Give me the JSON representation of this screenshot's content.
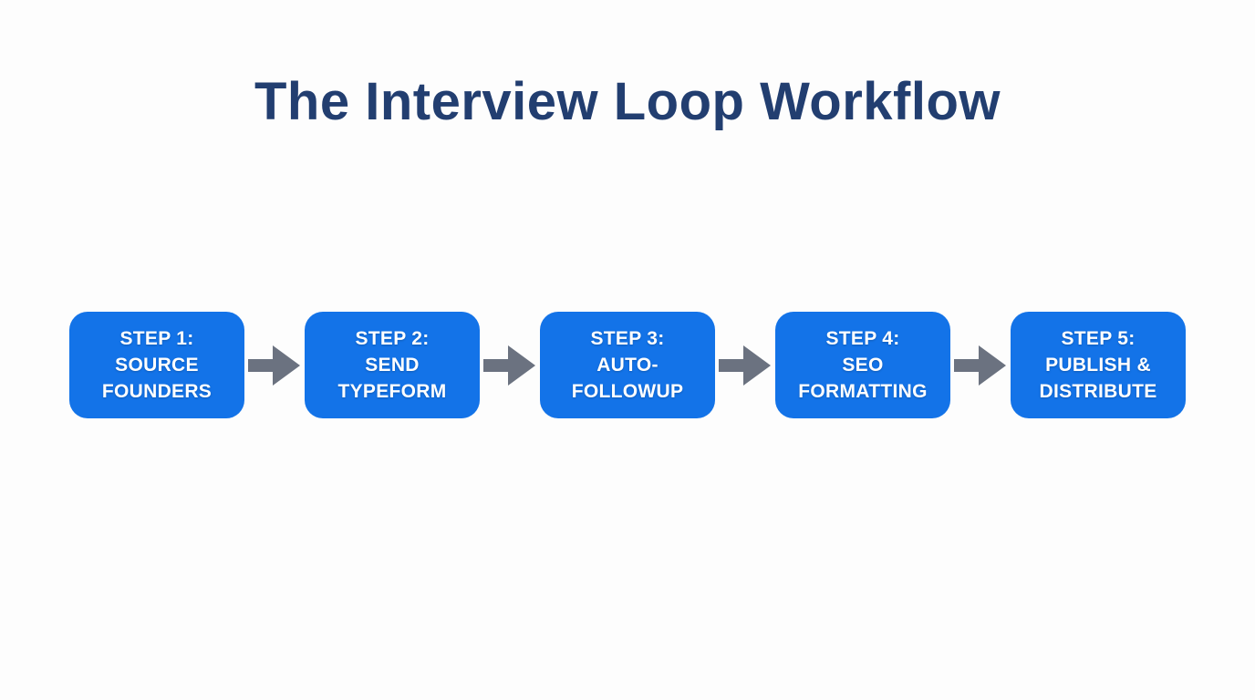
{
  "title": "The Interview Loop Workflow",
  "colors": {
    "bg": "#fdfdfd",
    "title": "#223e70",
    "box": "#1373e8",
    "box_text": "#ffffff",
    "arrow": "#6b7280"
  },
  "flow": {
    "type": "horizontal-workflow",
    "connector_icon": "right-arrow-icon",
    "steps": [
      {
        "lines": [
          "STEP 1:",
          "SOURCE",
          "FOUNDERS"
        ]
      },
      {
        "lines": [
          "STEP 2:",
          "SEND",
          "TYPEFORM"
        ]
      },
      {
        "lines": [
          "STEP 3:",
          "AUTO-",
          "FOLLOWUP"
        ]
      },
      {
        "lines": [
          "STEP 4:",
          "SEO",
          "FORMATTING"
        ]
      },
      {
        "lines": [
          "STEP 5:",
          "PUBLISH &",
          "DISTRIBUTE"
        ]
      }
    ]
  }
}
